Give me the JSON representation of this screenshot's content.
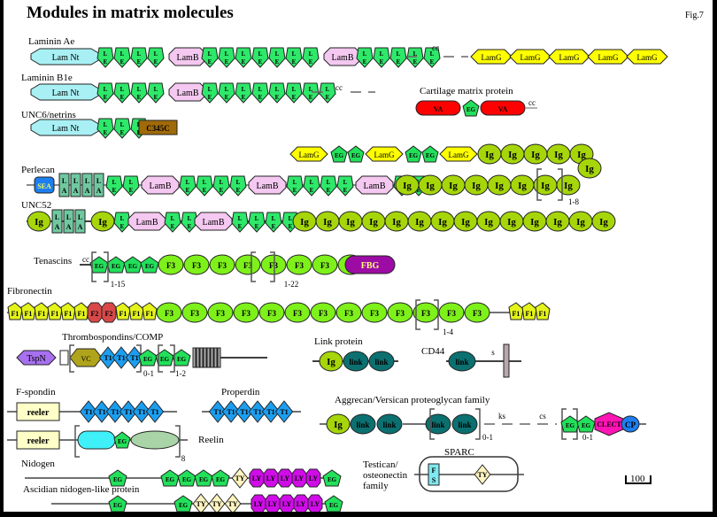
{
  "figure": {
    "title": "Modules in matrix molecules",
    "fig_label": "Fig.7",
    "scale_bar": "100"
  },
  "colors": {
    "LE": "#2ee86a",
    "EG": "#22e05a",
    "LamNt": "#a8f0f4",
    "LamB": "#f4c8f0",
    "LamG": "#ffff00",
    "C345C": "#a06a08",
    "VA": "#ff0000",
    "SEA": "#1c7ef0",
    "LA": "#6fc8a0",
    "Ig": "#a6d60a",
    "F1": "#e4f41a",
    "F2": "#d84848",
    "F3": "#7ef01a",
    "FBG": "#9c0ca4",
    "TspN": "#a870f0",
    "VC": "#b0a41c",
    "T1": "#1c9ef0",
    "link": "#0c7070",
    "reeler": "#ffffc8",
    "reelin_oval": "#a8d4a8",
    "reelin_round": "#40f0f8",
    "TY": "#fff4c0",
    "LY": "#d00ce8",
    "CLECT": "#ff14b4",
    "CP": "#1c7ef0",
    "FS": "#80e8f0",
    "TM": "#b8a8ac"
  },
  "proteins": [
    {
      "name": "Laminin Ae",
      "domains": [
        "Lam Nt",
        "LE",
        "LE",
        "LE",
        "LE",
        "LamB",
        "LE",
        "LE",
        "LE",
        "LE",
        "LE",
        "LE",
        "LE",
        "LamB",
        "LE",
        "LE",
        "LE",
        "LE",
        "LE",
        "cc",
        "LamG",
        "LamG",
        "LamG",
        "LamG",
        "LamG"
      ]
    },
    {
      "name": "Laminin B1e",
      "domains": [
        "Lam Nt",
        "LE",
        "LE",
        "LE",
        "LE",
        "LamB",
        "LE",
        "LE",
        "LE",
        "LE",
        "LE",
        "LE",
        "LE",
        "LE",
        "cc"
      ]
    },
    {
      "name": "Cartilage matrix protein",
      "domains": [
        "VA",
        "EG",
        "VA",
        "cc"
      ]
    },
    {
      "name": "UNC6/netrins",
      "domains": [
        "Lam Nt",
        "LE",
        "LE",
        "LE",
        "C345C"
      ]
    },
    {
      "name": "Perlecan",
      "domains": [
        "SEA",
        "LA",
        "LA",
        "LA",
        "LA",
        "LE",
        "LE",
        "LamB",
        "LE",
        "LE",
        "LE",
        "LE",
        "LamB",
        "LE",
        "LE",
        "LE",
        "LE",
        "LamB",
        "LE",
        "LE",
        "Ig",
        "Ig",
        "Ig",
        "Ig",
        "Ig",
        "Ig",
        "Ig",
        "Ig",
        "LamG",
        "EG",
        "EG",
        "LamG",
        "EG",
        "EG",
        "LamG",
        "Ig",
        "Ig",
        "Ig",
        "Ig",
        "Ig",
        "Ig"
      ],
      "repeat_note": "1-8"
    },
    {
      "name": "UNC52",
      "domains": [
        "Ig",
        "LA",
        "LA",
        "LA",
        "Ig",
        "LE",
        "LamB",
        "LE",
        "LE",
        "LamB",
        "LE",
        "LE",
        "LE",
        "LE",
        "Ig",
        "Ig",
        "Ig",
        "Ig",
        "Ig",
        "Ig",
        "Ig",
        "Ig",
        "Ig",
        "Ig",
        "Ig",
        "Ig",
        "Ig",
        "Ig",
        "Ig"
      ]
    },
    {
      "name": "Tenascins",
      "domains": [
        "cc",
        "EG",
        "EG",
        "EG",
        "EG",
        "F3",
        "F3",
        "F3",
        "F3",
        "F3",
        "F3",
        "F3",
        "F3",
        "FBG"
      ],
      "repeat_notes": [
        "1-15",
        "1-22"
      ]
    },
    {
      "name": "Fibronectin",
      "domains": [
        "F1",
        "F1",
        "F1",
        "F1",
        "F1",
        "F1",
        "F2",
        "F2",
        "F1",
        "F1",
        "F1",
        "F3",
        "F3",
        "F3",
        "F3",
        "F3",
        "F3",
        "F3",
        "F3",
        "F3",
        "F3",
        "F3",
        "F3",
        "F3",
        "F3",
        "F3",
        "F3",
        "F1",
        "F1",
        "F1"
      ],
      "repeat_note": "1-4"
    },
    {
      "name": "Thrombospondins/COMP",
      "domains": [
        "TspN",
        "VC",
        "T1",
        "T1",
        "T1",
        "EG",
        "EG",
        "EG"
      ],
      "repeat_notes": [
        "0-1",
        "1-2"
      ]
    },
    {
      "name": "Link protein",
      "domains": [
        "Ig",
        "link",
        "link"
      ]
    },
    {
      "name": "CD44",
      "domains": [
        "link",
        "s",
        "TM"
      ]
    },
    {
      "name": "F-spondin",
      "domains": [
        "reeler",
        "T1",
        "T1",
        "T1",
        "T1",
        "T1",
        "T1"
      ]
    },
    {
      "name": "Properdin",
      "domains": [
        "T1",
        "T1",
        "T1",
        "T1",
        "T1",
        "T1"
      ]
    },
    {
      "name": "Aggrecan/Versican  proteoglycan family",
      "domains": [
        "Ig",
        "link",
        "link",
        "link",
        "link",
        "ks",
        "cs",
        "EG",
        "EG",
        "CLECT",
        "CP"
      ],
      "repeat_notes": [
        "0-1",
        "0-1"
      ]
    },
    {
      "name": "Reelin",
      "domains": [
        "reeler",
        "EG"
      ],
      "repeat_note": "8"
    },
    {
      "name": "Nidogen",
      "domains": [
        "EG",
        "EG",
        "EG",
        "EG",
        "EG",
        "TY",
        "LY",
        "LY",
        "LY",
        "LY",
        "LY",
        "EG"
      ]
    },
    {
      "name": "Ascidian nidogen-like protein",
      "domains": [
        "EG",
        "EG",
        "TY",
        "TY",
        "TY",
        "LY",
        "LY",
        "LY",
        "LY",
        "LY",
        "EG"
      ]
    },
    {
      "name": "SPARC",
      "domains": [
        "FS",
        "TY"
      ]
    },
    {
      "name": "Testican/ osteonectin family",
      "domains": []
    }
  ],
  "labels": {
    "laminin_ae": "Laminin Ae",
    "laminin_b1e": "Laminin B1e",
    "cmp": "Cartilage matrix protein",
    "unc6": "UNC6/netrins",
    "perlecan": "Perlecan",
    "unc52": "UNC52",
    "tenascins": "Tenascins",
    "fibronectin": "Fibronectin",
    "tsp": "Thrombospondins/COMP",
    "link": "Link protein",
    "cd44": "CD44",
    "fspondin": "F-spondin",
    "properdin": "Properdin",
    "aggrecan": "Aggrecan/Versican  proteoglycan family",
    "reelin": "Reelin",
    "nidogen": "Nidogen",
    "ascidian": "Ascidian nidogen-like protein",
    "sparc": "SPARC",
    "testican1": "Testican/",
    "testican2": "osteonectin",
    "testican3": "family"
  },
  "module_text": {
    "LamNt": "Lam Nt",
    "LamB": "LamB",
    "LamG": "LamG",
    "C345C": "C345C",
    "VA": "VA",
    "EG": "EG",
    "SEA": "SEA",
    "Ig": "Ig",
    "F1": "F1",
    "F2": "F2",
    "F3": "F3",
    "FBG": "FBG",
    "TspN": "TspN",
    "VC": "VC",
    "T1": "T1",
    "link": "link",
    "reeler": "reeler",
    "TY": "TY",
    "LY": "LY",
    "CLECT": "CLECT",
    "CP": "CP",
    "cc": "cc",
    "ks": "ks",
    "cs": "cs",
    "s": "s"
  },
  "notes": {
    "r18": "1-8",
    "r115": "1-15",
    "r122": "1-22",
    "r14": "1-4",
    "r01": "0-1",
    "r12": "1-2",
    "r8": "8"
  }
}
